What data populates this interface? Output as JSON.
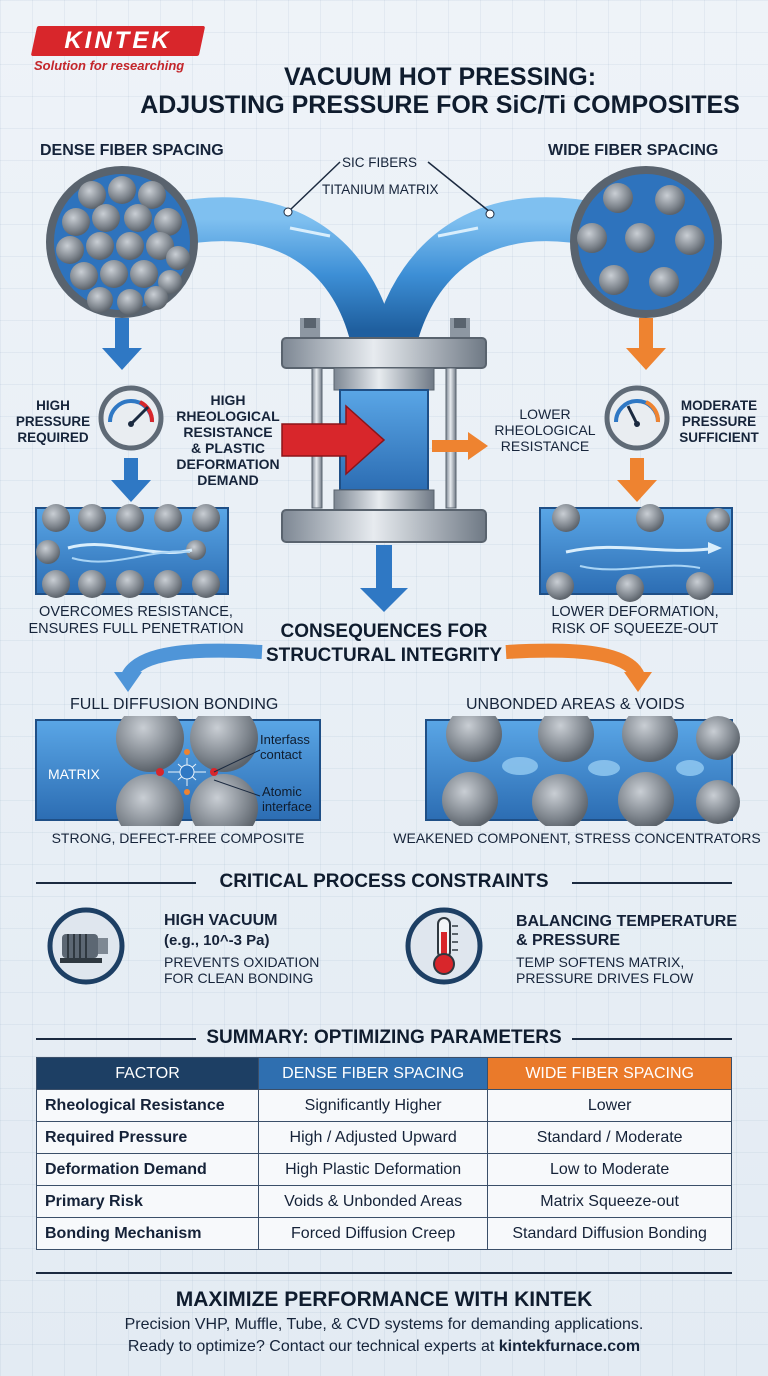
{
  "brand": {
    "name": "KINTEK",
    "tagline": "Solution for researching"
  },
  "title": {
    "line1": "VACUUM HOT PRESSING:",
    "line2": "ADJUSTING PRESSURE FOR SiC/Ti COMPOSITES"
  },
  "top": {
    "left_heading": "DENSE FIBER SPACING",
    "right_heading": "WIDE FIBER SPACING",
    "sic_label": "SiC FIBERS",
    "ti_label": "TITANIUM MATRIX"
  },
  "left_flow": {
    "gauge_label": [
      "HIGH",
      "PRESSURE",
      "REQUIRED"
    ],
    "demand_label": [
      "HIGH",
      "RHEOLOGICAL",
      "RESISTANCE",
      "& PLASTIC",
      "DEFORMATION",
      "DEMAND"
    ],
    "result": [
      "OVERCOMES RESISTANCE,",
      "ENSURES FULL PENETRATION"
    ]
  },
  "right_flow": {
    "resistance_label": [
      "LOWER",
      "RHEOLOGICAL",
      "RESISTANCE"
    ],
    "gauge_label": [
      "MODERATE",
      "PRESSURE",
      "SUFFICIENT"
    ],
    "result": [
      "LOWER DEFORMATION,",
      "RISK OF SQUEEZE-OUT"
    ]
  },
  "consequences": {
    "title": [
      "CONSEQUENCES FOR",
      "STRUCTURAL INTEGRITY"
    ],
    "left_heading": "FULL DIFFUSION BONDING",
    "right_heading": "UNBONDED AREAS & VOIDS",
    "matrix_label": "MATRIX",
    "interface_contact": [
      "Interfass",
      "contact"
    ],
    "atomic_interface": [
      "Atomic",
      "interface"
    ],
    "left_caption": "STRONG, DEFECT-FREE COMPOSITE",
    "right_caption": "WEAKENED COMPONENT, STRESS CONCENTRATORS"
  },
  "constraints": {
    "title": "CRITICAL PROCESS CONSTRAINTS",
    "vacuum": {
      "heading": "HIGH VACUUM",
      "sub": "(e.g., 10^-3 Pa)",
      "desc": [
        "PREVENTS OXIDATION",
        "FOR CLEAN BONDING"
      ],
      "icon": "vacuum-pump-icon"
    },
    "balance": {
      "heading": [
        "BALANCING TEMPERATURE",
        "& PRESSURE"
      ],
      "desc": [
        "TEMP SOFTENS MATRIX,",
        "PRESSURE DRIVES FLOW"
      ],
      "icon": "thermometer-icon"
    }
  },
  "summary": {
    "title": "SUMMARY: OPTIMIZING PARAMETERS",
    "headers": [
      "FACTOR",
      "DENSE FIBER SPACING",
      "WIDE FIBER SPACING"
    ],
    "rows": [
      [
        "Rheological Resistance",
        "Significantly Higher",
        "Lower"
      ],
      [
        "Required Pressure",
        "High / Adjusted Upward",
        "Standard / Moderate"
      ],
      [
        "Deformation Demand",
        "High Plastic Deformation",
        "Low to Moderate"
      ],
      [
        "Primary Risk",
        "Voids & Unbonded Areas",
        "Matrix Squeeze-out"
      ],
      [
        "Bonding Mechanism",
        "Forced Diffusion Creep",
        "Standard Diffusion Bonding"
      ]
    ],
    "colors": {
      "factor_header": "#1d3f64",
      "dense_header": "#2f6fb0",
      "wide_header": "#ea7a2a"
    }
  },
  "footer": {
    "title": "MAXIMIZE PERFORMANCE WITH KINTEK",
    "line1": "Precision VHP, Muffle, Tube, & CVD systems for demanding applications.",
    "line2_prefix": "Ready to optimize? Contact our technical experts at ",
    "line2_link": "kintekfurnace.com"
  },
  "colors": {
    "blue": "#2f78c4",
    "orange": "#ee8330",
    "red": "#d8262b",
    "steel": "#9aa6b2"
  }
}
